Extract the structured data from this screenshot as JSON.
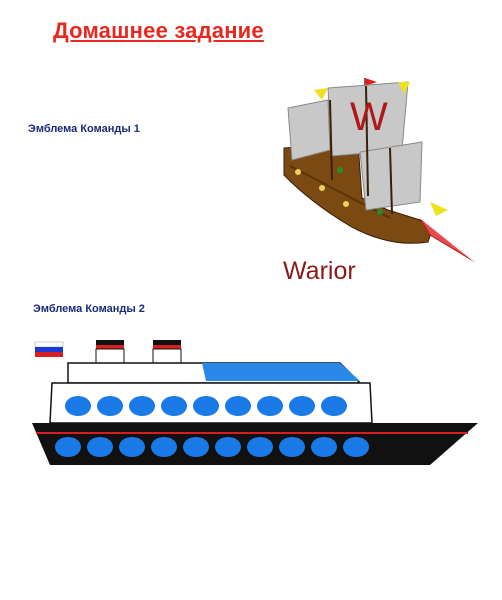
{
  "title": "Домашнее задание",
  "emblems": [
    {
      "label": "Эмблема Команды 1",
      "team_name": "Warior",
      "sail_letter": "W"
    },
    {
      "label": "Эмблема Команды 2"
    }
  ],
  "colors": {
    "title": "#e8281e",
    "label": "#1a2a7a",
    "team_name": "#8b1a1a",
    "hull_brown": "#7a4a12",
    "sail_gray": "#c8c8c8",
    "ship_blue": "#1a7ae8",
    "ship_black": "#111111",
    "stripe_red": "#d81e1e"
  }
}
